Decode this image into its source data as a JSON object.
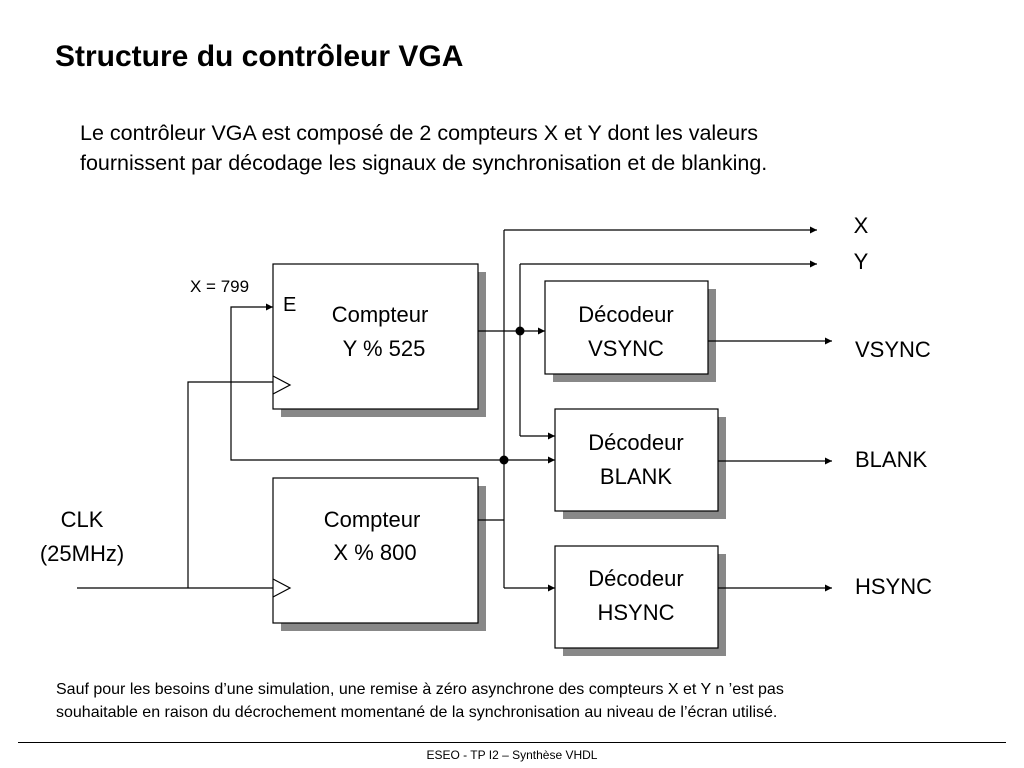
{
  "slide": {
    "title": "Structure du contrôleur VGA",
    "intro": [
      "Le contrôleur VGA est composé de 2 compteurs X et Y dont les valeurs",
      "fournissent par décodage les signaux de synchronisation et de blanking."
    ],
    "note": [
      "Sauf pour les besoins d’une simulation, une remise à zéro asynchrone des compteurs X et Y n ’est pas",
      "souhaitable en raison du décrochement momentané de la synchronisation au niveau de l’écran utilisé."
    ],
    "footer": "ESEO - TP I2 – Synthèse VHDL"
  },
  "diagram": {
    "counter_y": {
      "line1": "Compteur",
      "line2": "Y % 525",
      "enable_label": "E"
    },
    "counter_x": {
      "line1": "Compteur",
      "line2": "X % 800"
    },
    "enable_condition": "X = 799",
    "clock": {
      "line1": "CLK",
      "line2": "(25MHz)"
    },
    "decoders": {
      "vsync": {
        "line1": "Décodeur",
        "line2": "VSYNC"
      },
      "blank": {
        "line1": "Décodeur",
        "line2": "BLANK"
      },
      "hsync": {
        "line1": "Décodeur",
        "line2": "HSYNC"
      }
    },
    "outputs": {
      "x": "X",
      "y": "Y",
      "vsync": "VSYNC",
      "blank": "BLANK",
      "hsync": "HSYNC"
    }
  }
}
